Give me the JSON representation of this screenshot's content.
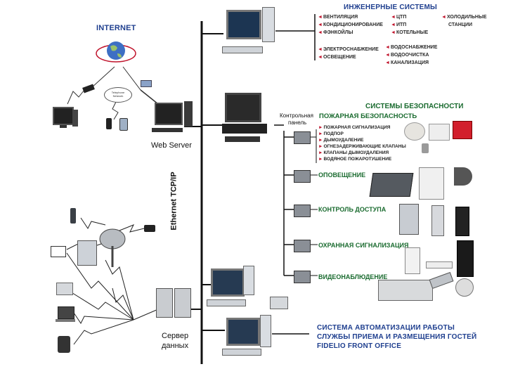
{
  "internet": {
    "label": "INTERNET",
    "cloud_label": "Telephone Network"
  },
  "web_server": {
    "label": "Web Server"
  },
  "backbone": {
    "label": "Ethernet TCP/IP"
  },
  "data_server": {
    "label_line1": "Сервер",
    "label_line2": "данных"
  },
  "engineering": {
    "title": "ИНЖЕНЕРНЫЕ СИСТЕМЫ",
    "col1": [
      "ВЕНТИЛЯЦИЯ",
      "КОНДИЦИОНИРОВАНИЕ",
      "ФЭНКОЙЛЫ"
    ],
    "col2": [
      "ЦТП",
      "ИТП",
      "КОТЕЛЬНЫЕ"
    ],
    "col3": [
      "ХОЛОДИЛЬНЫЕ",
      "СТАНЦИИ"
    ],
    "col4": [
      "ЭЛЕКТРОСНАБЖЕНИЕ",
      "ОСВЕЩЕНИЕ"
    ],
    "col5": [
      "ВОДОСНАБЖЕНИЕ",
      "ВОДООЧИСТКА",
      "КАНАЛИЗАЦИЯ"
    ]
  },
  "security": {
    "title": "СИСТЕМЫ БЕЗОПАСНОСТИ",
    "panel_label_line1": "Контрольная",
    "panel_label_line2": "панель",
    "fire_title": "ПОЖАРНАЯ БЕЗОПАСНОСТЬ",
    "fire_items": [
      "ПОЖАРНАЯ СИГНАЛИЗАЦИЯ",
      "ПОДПОР",
      "ДЫМОУДАЛЕНИЕ",
      "ОГНЕЗАДЕРЖИВАЮЩИЕ КЛАПАНЫ",
      "КЛАПАНЫ ДЫМОУДАЛЕНИЯ",
      "ВОДЯНОЕ ПОЖАРОТУШЕНИЕ"
    ],
    "warning": "ОПОВЕЩЕНИЕ",
    "access": "КОНТРОЛЬ ДОСТУПА",
    "alarm": "ОХРАННАЯ СИГНАЛИЗАЦИЯ",
    "video": "ВИДЕОНАБЛЮДЕНИЕ"
  },
  "automation": {
    "line1": "СИСТЕМА АВТОМАТИЗАЦИИ РАБОТЫ",
    "line2": "СЛУЖБЫ ПРИЕМА И РАЗМЕЩЕНИЯ ГОСТЕЙ",
    "line3": "FIDELIO FRONT OFFICE"
  },
  "colors": {
    "blue": "#1f3f8f",
    "green": "#1a6b2f",
    "red_arrow": "#c0142c",
    "line": "#111111"
  }
}
